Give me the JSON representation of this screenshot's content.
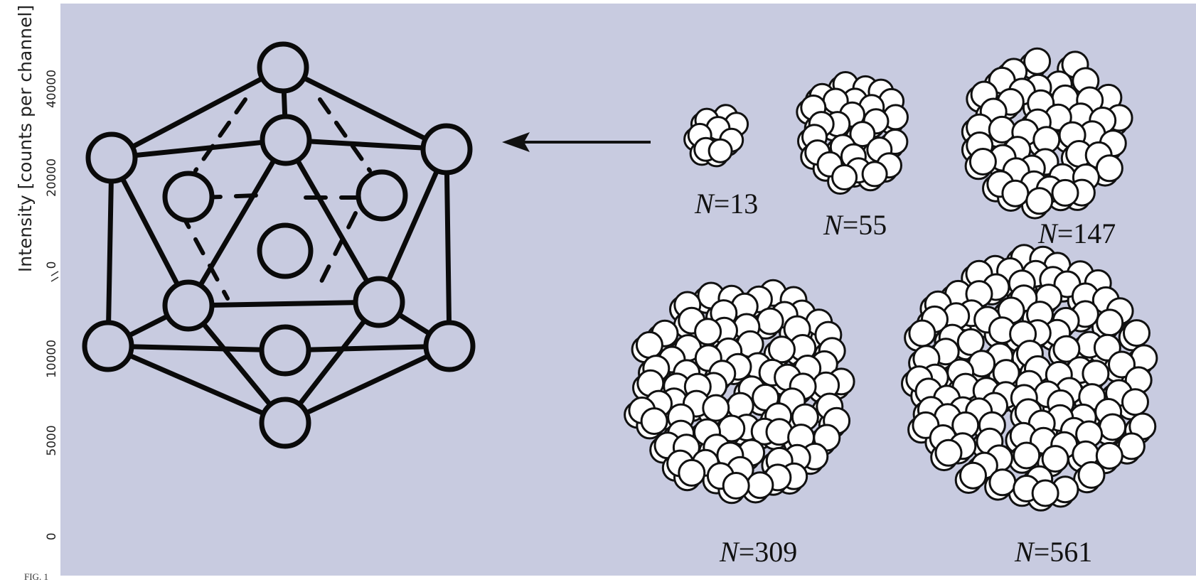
{
  "figure": {
    "background_color": "#c8cbe0",
    "side_axis": {
      "label": "Intensity [counts per channel]",
      "ticks_upper": [
        "40000",
        "20000",
        "0"
      ],
      "ticks_lower": [
        "10000",
        "5000",
        "0"
      ]
    },
    "caption_fragment": "FIG. 1",
    "clusters": [
      {
        "n_prefix": "N",
        "n_value": "=13"
      },
      {
        "n_prefix": "N",
        "n_value": "=55"
      },
      {
        "n_prefix": "N",
        "n_value": "=147"
      },
      {
        "n_prefix": "N",
        "n_value": "=309"
      },
      {
        "n_prefix": "N",
        "n_value": "=561"
      }
    ],
    "icons": {
      "arrow": "left-arrow-icon",
      "icosahedron": "icosahedron-wireframe-icon"
    }
  }
}
